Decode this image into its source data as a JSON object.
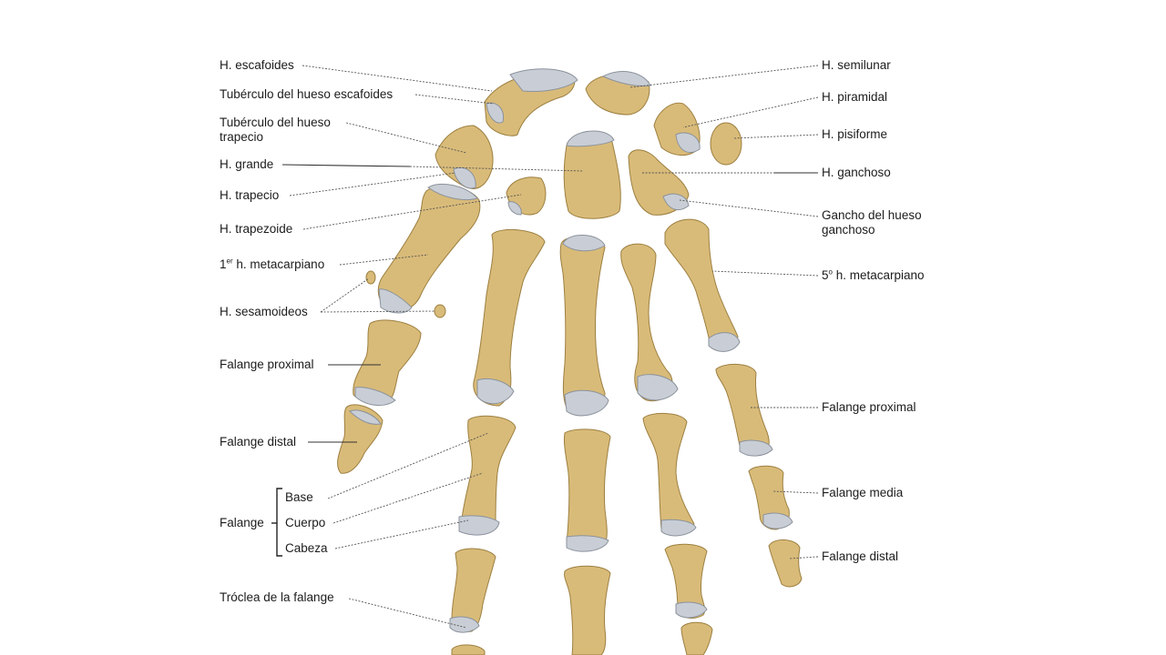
{
  "labels": {
    "escafoides": "H. escafoides",
    "tuberculo_escafoides": "Tubérculo del hueso escafoides",
    "tuberculo_trapecio": "Tubérculo del hueso trapecio",
    "grande": "H. grande",
    "trapecio": "H. trapecio",
    "trapezoide": "H. trapezoide",
    "metacarpiano_1_pre": "1",
    "metacarpiano_1_sup": "er",
    "metacarpiano_1_post": " h. metacarpiano",
    "sesamoideos": "H. sesamoideos",
    "falange_proximal_left": "Falange proximal",
    "falange_distal_left": "Falange distal",
    "falange": "Falange",
    "base": "Base",
    "cuerpo": "Cuerpo",
    "cabeza": "Cabeza",
    "troclea": "Tróclea de la falange",
    "semilunar": "H. semilunar",
    "piramidal": "H. piramidal",
    "pisiforme": "H. pisiforme",
    "ganchoso": "H. ganchoso",
    "gancho_ganchoso": "Gancho del hueso ganchoso",
    "metacarpiano_5_pre": "5",
    "metacarpiano_5_sup": "o",
    "metacarpiano_5_post": " h. metacarpiano",
    "falange_proximal_right": "Falange proximal",
    "falange_media_right": "Falange media",
    "falange_distal_right": "Falange distal"
  },
  "colors": {
    "bone": "#d9bb79",
    "cartilage": "#c9ced6",
    "text": "#1c1c1c",
    "background": "#ffffff"
  }
}
